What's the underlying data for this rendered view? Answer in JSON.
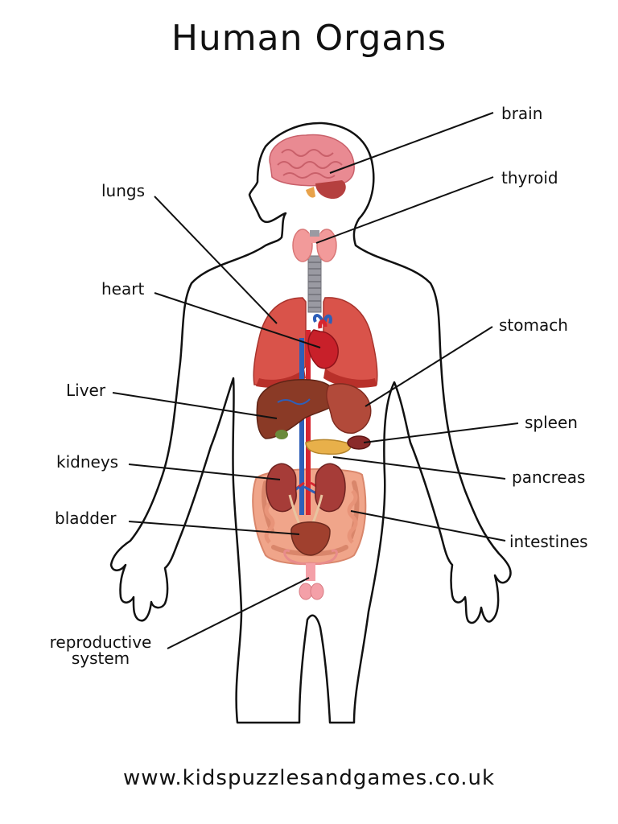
{
  "title": "Human Organs",
  "footer": "www.kidspuzzlesandgames.co.uk",
  "labels": {
    "brain": "brain",
    "thyroid": "thyroid",
    "lungs": "lungs",
    "heart": "heart",
    "stomach": "stomach",
    "liver": "Liver",
    "spleen": "spleen",
    "kidneys": "kidneys",
    "pancreas": "pancreas",
    "bladder": "bladder",
    "intestines": "intestines",
    "reproductive_1": "reproductive",
    "reproductive_2": "system"
  },
  "colors": {
    "brain": "#e98a92",
    "lungs": "#d9534a",
    "heart": "#c8202a",
    "liver": "#8a3a26",
    "stomach": "#b24a3a",
    "kidney": "#a63c38",
    "intestine": "#f0a58a",
    "pancreas": "#e8b04a",
    "thyroid": "#f29a9a",
    "trachea": "#9a9aa2",
    "artery": "#d62630",
    "vein": "#2e5fb8"
  }
}
